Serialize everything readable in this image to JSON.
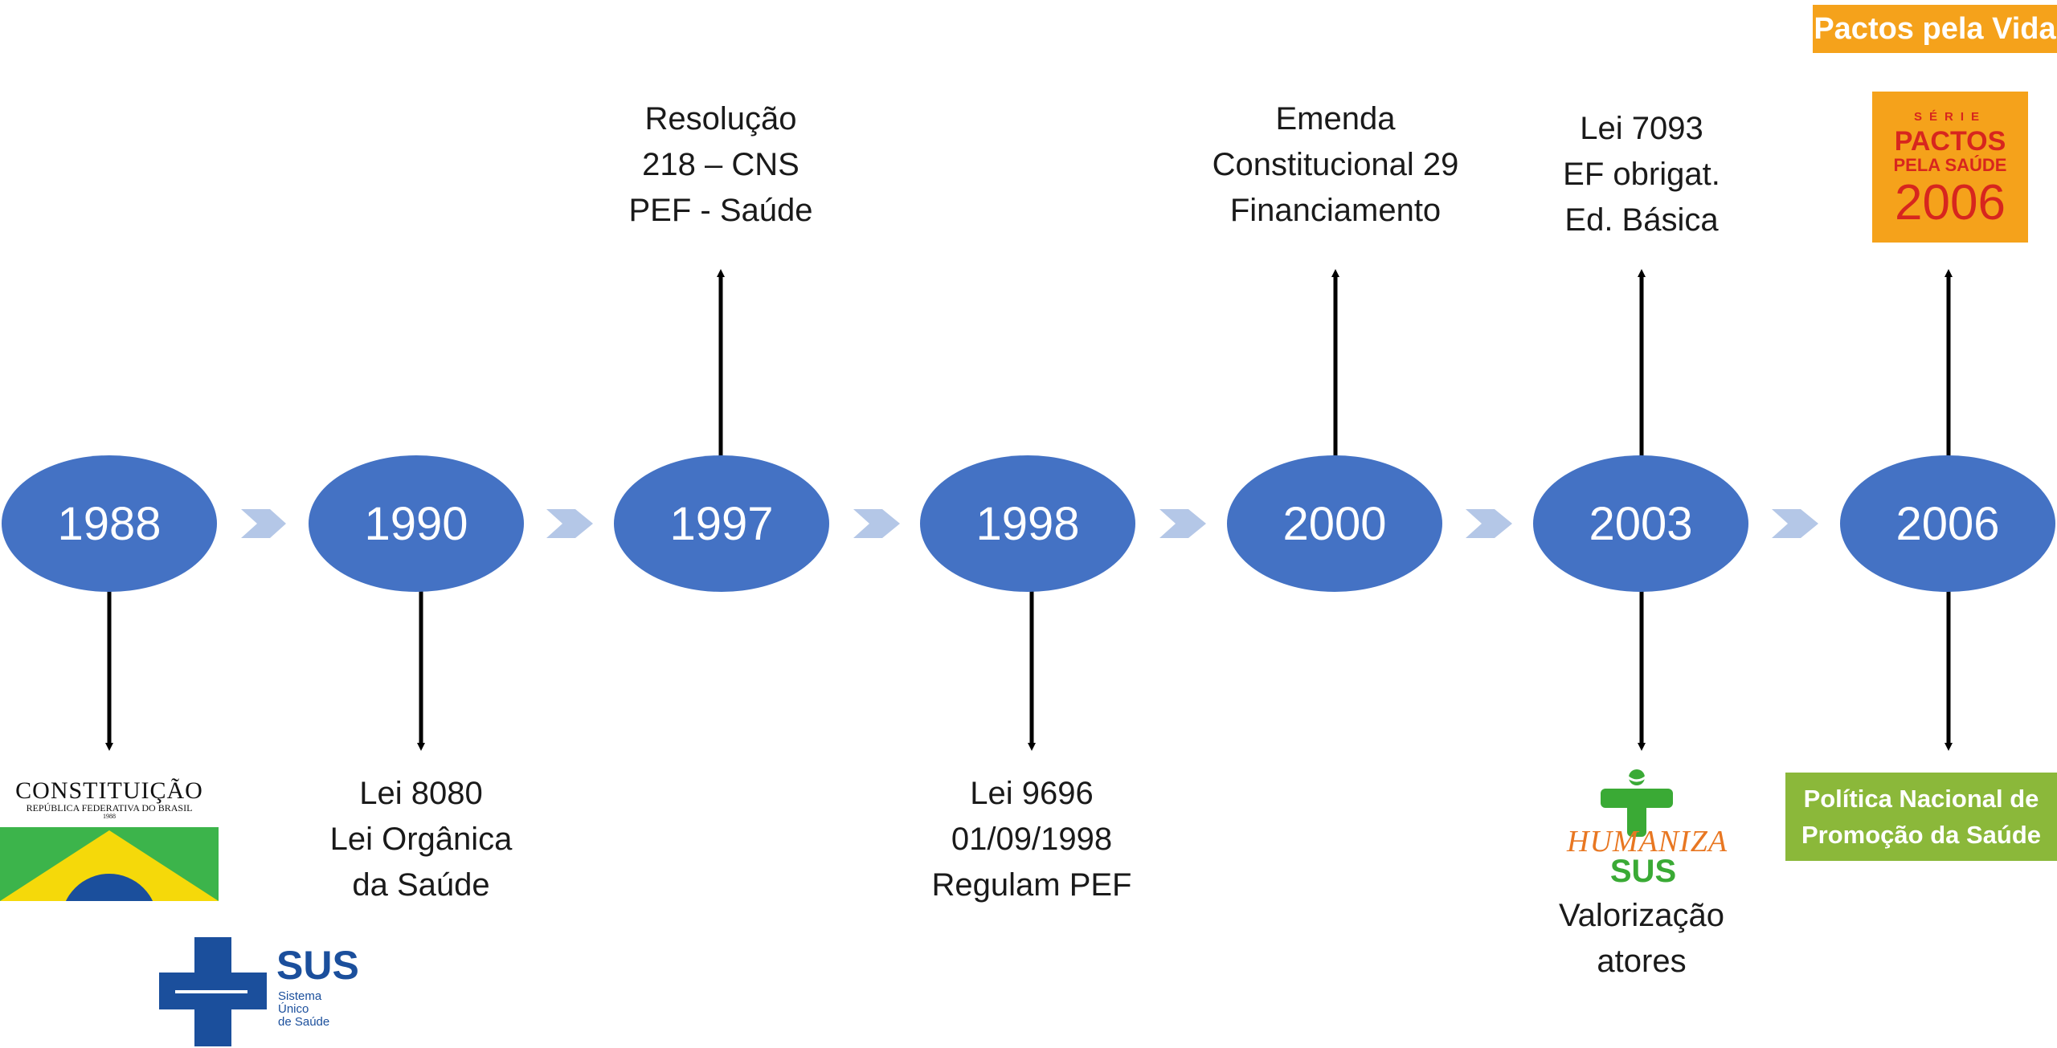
{
  "timeline": [
    {
      "year": "1988",
      "below": []
    },
    {
      "year": "1990",
      "below": [
        "Lei 8080",
        "Lei Orgânica",
        "da Saúde"
      ]
    },
    {
      "year": "1997",
      "above": [
        "Resolução",
        "218 – CNS",
        "PEF - Saúde"
      ]
    },
    {
      "year": "1998",
      "below": [
        "Lei 9696",
        "01/09/1998",
        "Regulam PEF"
      ]
    },
    {
      "year": "2000",
      "above": [
        "Emenda",
        "Constitucional 29",
        "Financiamento"
      ]
    },
    {
      "year": "2003",
      "above": [
        "Lei 7093",
        "EF obrigat.",
        "Ed. Básica"
      ],
      "below": [
        "Valorização",
        "atores"
      ]
    },
    {
      "year": "2006"
    }
  ],
  "logos": {
    "constituicao": {
      "title": "CONSTITUIÇÃO",
      "subtitle": "REPÚBLICA FEDERATIVA DO BRASIL",
      "year": "1988"
    },
    "sus": {
      "acronym": "SUS",
      "line1": "Sistema",
      "line2": "Único",
      "line3": "de Saúde"
    },
    "humaniza": {
      "line1": "HUMANIZA",
      "line2": "SUS"
    },
    "pactos_banner": "Pactos pela Vida",
    "pactos_serie": {
      "serie": "SÉRIE",
      "title1": "PACTOS",
      "title2": "PELA SAÚDE",
      "year": "2006"
    },
    "politica": {
      "line1": "Política Nacional de",
      "line2": "Promoção da Saúde"
    }
  },
  "colors": {
    "node": "#4472c4",
    "chevron": "#b4c7e7",
    "flag_green": "#3cb44b",
    "flag_yellow": "#f5d90a",
    "sus_blue": "#1b4f9c",
    "humaniza_green": "#3aaa35",
    "humaniza_orange": "#e87722",
    "pactos_orange": "#f5a21b",
    "pactos_red": "#d7261e",
    "politica_green": "#8bb83a"
  }
}
